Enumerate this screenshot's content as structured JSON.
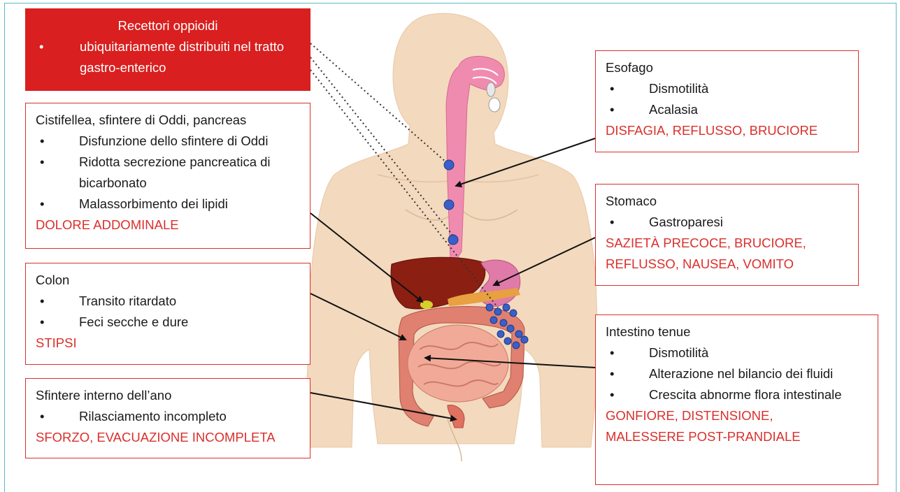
{
  "receptors": {
    "title": "Recettori oppioidi",
    "bullet": "ubiquitariamente distribuiti nel tratto gastro-enterico"
  },
  "gallbladder": {
    "title": "Cistifellea, sfintere di Oddi, pancreas",
    "items": [
      "Disfunzione dello sfintere di Oddi",
      "Ridotta secrezione pancreatica di bicarbonato",
      "Malassorbimento dei lipidi"
    ],
    "symptoms": "DOLORE ADDOMINALE"
  },
  "colon": {
    "title": "Colon",
    "items": [
      "Transito ritardato",
      "Feci secche e dure"
    ],
    "symptoms": "STIPSI"
  },
  "anal": {
    "title": "Sfintere interno dell’ano",
    "items": [
      "Rilasciamento incompleto"
    ],
    "symptoms": "SFORZO, EVACUAZIONE INCOMPLETA"
  },
  "esophagus": {
    "title": "Esofago",
    "items": [
      "Dismotilità",
      "Acalasia"
    ],
    "symptoms": "DISFAGIA, REFLUSSO, BRUCIORE"
  },
  "stomach": {
    "title": "Stomaco",
    "items": [
      "Gastroparesi"
    ],
    "symptoms_line1": "SAZIETÀ PRECOCE, BRUCIORE,",
    "symptoms_line2": "REFLUSSO, NAUSEA, VOMITO"
  },
  "small_intestine": {
    "title": "Intestino tenue",
    "items": [
      "Dismotilità",
      "Alterazione nel bilancio dei fluidi",
      "Crescita abnorme flora intestinale"
    ],
    "symptoms_line1": "GONFIORE, DISTENSIONE,",
    "symptoms_line2": "MALESSERE POST-PRANDIALE"
  },
  "colors": {
    "accent_red": "#d9302c",
    "header_red": "#d91f1f",
    "frame": "#5ab8c8",
    "skin": "#f3d9bd",
    "esophagus": "#f08bb0",
    "receptor": "#3a5fc8"
  }
}
